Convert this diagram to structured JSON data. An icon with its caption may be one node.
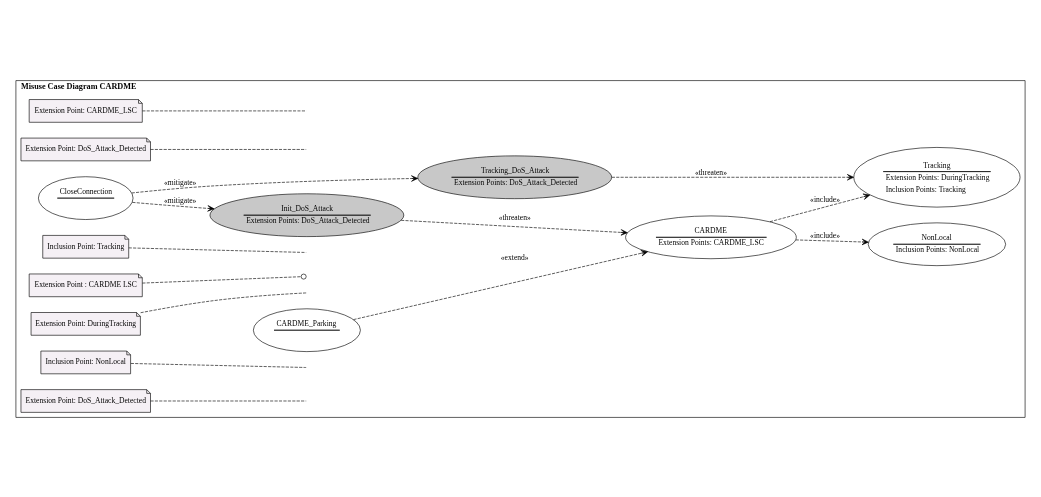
{
  "diagram": {
    "nodes": [
      {
        "text": [
          "Misuse Case Diagram CARDME"
        ]
      },
      {
        "text": [
          "CARDME",
          "Extension Points: CARDME_LSC"
        ],
        "in": 0
      },
      {
        "text": [
          "Extension Point: CARDME_LSC"
        ],
        "in": 0
      },
      {
        "text": [
          "Init_DoS_Attack",
          "Extension Points: DoS_Attack_Detected"
        ],
        "in": 0
      },
      {
        "text": [
          "Extension Point: DoS_Attack_Detected"
        ],
        "in": 0
      },
      {
        "text": [
          "Tracking",
          "Extension Points: DuringTracking",
          "Inclusion Points: Tracking"
        ],
        "in": 0
      },
      {
        "text": [
          "CloseConnection"
        ],
        "in": 0
      },
      {
        "text": [
          "Inclusion Point: Tracking"
        ],
        "in": 0
      },
      {
        "text": [
          "Extension Point : CARDME LSC"
        ],
        "in": 0
      },
      {
        "text": [
          "Extension Point: DuringTracking"
        ],
        "in": 0
      },
      {
        "text": [
          "NonLocal",
          "Inclusion Points: NonLocal"
        ],
        "in": 0
      },
      {
        "text": [
          "CARDME_Parking"
        ],
        "in": 0
      },
      {
        "text": [
          "Tracking_DoS_Attack",
          "Extension Points: DoS_Attack_Detected"
        ],
        "in": 0
      },
      {
        "text": [
          "Inclusion Point: NonLocal"
        ],
        "in": 0
      },
      {
        "text": [
          "Extension Point: DoS_Attack_Detected"
        ],
        "in": 0
      }
    ],
    "edges": [
      {
        "from": 3,
        "to": 1,
        "arrow": "to",
        "label": "«threaten»",
        "style": "dashed"
      },
      {
        "from": 11,
        "to": 1,
        "arrow": "to",
        "label": "«extend»",
        "style": "dashed"
      },
      {
        "from": 1,
        "to": 5,
        "arrow": "to",
        "label": "«include»",
        "style": "dashed"
      },
      {
        "from": 1,
        "to": 10,
        "arrow": "to",
        "label": "«include»",
        "style": "dashed"
      },
      {
        "from": 12,
        "to": 5,
        "arrow": "to",
        "label": "«threaten»",
        "style": "dashed"
      },
      {
        "from": 6,
        "to": 3,
        "arrow": "to",
        "label": "«mitigate»",
        "style": "dashed"
      },
      {
        "from": 6,
        "to": 12,
        "arrow": "to",
        "label": "«mitigate»",
        "style": "dashed"
      },
      {
        "from": 2,
        "to": null,
        "arrow": "none",
        "style": "dashed"
      },
      {
        "from": 4,
        "to": null,
        "arrow": "none",
        "style": "dashed"
      },
      {
        "from": 7,
        "to": null,
        "arrow": "none",
        "style": "dashed"
      },
      {
        "from": 8,
        "to": null,
        "arrow": "other",
        "style": "dashed"
      },
      {
        "from": 9,
        "to": null,
        "arrow": "none",
        "style": "dashed"
      },
      {
        "from": 13,
        "to": null,
        "arrow": "none",
        "style": "dashed"
      },
      {
        "from": 14,
        "to": null,
        "arrow": "none",
        "style": "dashed"
      }
    ]
  }
}
